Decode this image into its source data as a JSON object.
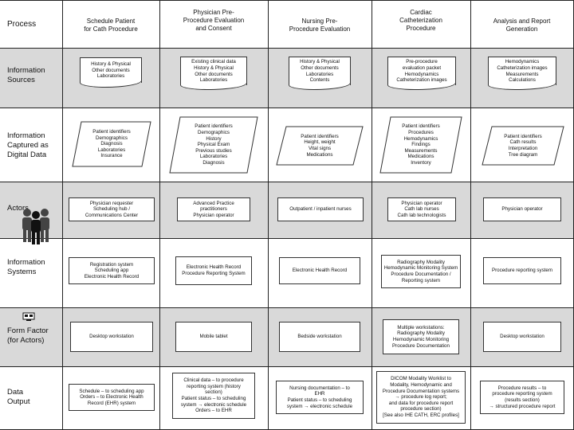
{
  "header": {
    "process_label": "Process",
    "columns": [
      "Schedule Patient\nfor Cath Procedure",
      "Physician Pre-\nProcedure Evaluation\nand Consent",
      "Nursing Pre-\nProcedure Evaluation",
      "Cardiac\nCatheterization\nProcedure",
      "Analysis and Report\nGeneration"
    ]
  },
  "rows": {
    "information_sources": {
      "label": "Information\nSources",
      "cells": [
        [
          "History & Physical",
          "Other documents",
          "Laboratories"
        ],
        [
          "Existing clinical data",
          "History & Physical",
          "Other documents",
          "Laboratories"
        ],
        [
          "History & Physical",
          "Other documents",
          "Laboratories",
          "Contents"
        ],
        [
          "Pre-procedure",
          "evaluation packet",
          "Hemodynamics",
          "Catheterization images"
        ],
        [
          "Hemodynamics",
          "Catheterization images",
          "Measurements",
          "Calculations"
        ]
      ]
    },
    "digital_data": {
      "label": "Information\nCaptured as\nDigital Data",
      "cells": [
        [
          "Patient identifiers",
          "Demographics",
          "Diagnosis",
          "Laboratories",
          "Insurance"
        ],
        [
          "Patient identifiers",
          "Demographics",
          "History",
          "Physical Exam",
          "Previous studies",
          "Laboratories",
          "Diagnosis"
        ],
        [
          "Patient identifiers",
          "Height, weight",
          "Vital signs",
          "Medications"
        ],
        [
          "Patient identifiers",
          "Procedures",
          "Hemodynamics",
          "Findings",
          "Measurements",
          "Medications",
          "Inventory"
        ],
        [
          "Patient identifiers",
          "Cath results",
          "Interpretation",
          "Tree diagram"
        ]
      ]
    },
    "actors": {
      "label": "Actors",
      "cells": [
        [
          "Physician requester",
          "Scheduling hub /",
          "Communications Center"
        ],
        [
          "Advanced Practice",
          "practitioners",
          "Physician operator"
        ],
        [
          "Outpatient / inpatient nurses"
        ],
        [
          "Physician operator",
          "Cath lab nurses",
          "Cath lab technologists"
        ],
        [
          "Physician operator"
        ]
      ]
    },
    "information_systems": {
      "label": "Information\nSystems",
      "cells": [
        [
          "Registration system",
          "Scheduling app",
          "Electronic Health Record"
        ],
        [
          "Electronic Health Record",
          "Procedure Reporting System"
        ],
        [
          "Electronic Health Record"
        ],
        [
          "Radiography Modality",
          "Hemodynamic Monitoring System",
          "Procedure Documentation /",
          "Reporting system"
        ],
        [
          "Procedure reporting system"
        ]
      ]
    },
    "form_factor": {
      "label": "Form Factor\n(for Actors)",
      "cells": [
        [
          "Desktop workstation"
        ],
        [
          "Mobile tablet"
        ],
        [
          "Bedside workstation"
        ],
        [
          "Multiple workstations:",
          "Radiography Modality",
          "Hemodynamic Monitoring",
          "Procedure Documentation"
        ],
        [
          "Desktop workstation"
        ]
      ]
    },
    "data_output": {
      "label": "Data\nOutput",
      "cells": [
        [
          "Schedule – to scheduling app",
          "Orders – to Electronic Health",
          "Record (EHR) system"
        ],
        [
          "Clinical data – to procedure",
          "reporting system (history",
          "section)",
          "Patient status – to scheduling",
          "system → electronic schedule",
          "Orders – to EHR"
        ],
        [
          "Nursing documentation – to",
          "EHR",
          "Patient status – to scheduling",
          "system → electronic schedule"
        ],
        [
          "DICOM Modality Worklist to",
          "Modality, Hemodynamic and",
          "Procedure Documentation systems",
          "→ procedure log report;",
          "and data for procedure report",
          "procedure section)",
          "[See also IHE CATH, ERC profiles]"
        ],
        [
          "Procedure results – to",
          "procedure reporting system",
          "(results section)",
          "→ structured procedure report"
        ]
      ]
    }
  },
  "icons": {
    "actors": "people-group-icon",
    "systems": "computer-icon"
  },
  "colors": {
    "band": "#d9d9d9",
    "border": "#222222"
  }
}
